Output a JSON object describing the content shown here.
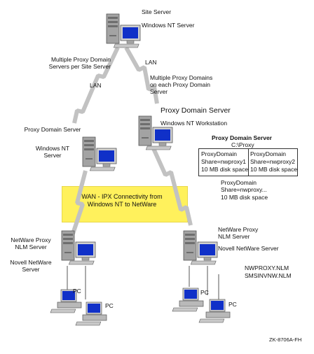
{
  "nodes": {
    "site_server": {
      "title": "Site Server",
      "os": "Windows NT Server"
    },
    "proxy_domain_server_mid": {
      "title": "Proxy Domain Server",
      "os": "Windows NT Workstation"
    },
    "proxy_domain_server_left": {
      "title": "Proxy Domain Server",
      "os_line1": "Windows NT",
      "os_line2": "Server"
    },
    "netware_proxy_left": {
      "title_line1": "NetWare Proxy",
      "title_line2": "NLM Server",
      "os_line1": "Novell NetWare",
      "os_line2": "Server"
    },
    "netware_proxy_right": {
      "title_line1": "NetWare Proxy",
      "title_line2": "NLM Server",
      "os": "Novell NetWare Server",
      "nlm1": "NWPROXY.NLM",
      "nlm2": "SMSINVNW.NLM"
    }
  },
  "links": {
    "lan_left": "LAN",
    "lan_right": "LAN",
    "multi_left_line1": "Multiple Proxy Domain",
    "multi_left_line2": "Servers per Site Server",
    "multi_right_line1": "Multiple Proxy Domains",
    "multi_right_line2": "on each Proxy Domain",
    "multi_right_line3": "Server"
  },
  "wan": {
    "text": "WAN - IPX Connectivity from Windows NT to NetWare"
  },
  "proxy_domain_detail": {
    "title": "Proxy Domain Server",
    "subtitle": "C:\\Proxy",
    "cells": [
      {
        "name": "ProxyDomain",
        "share": "Share=nwproxy1",
        "space": "10 MB disk space"
      },
      {
        "name": "ProxyDomain",
        "share": "Share=nwproxy2",
        "space": "10 MB disk space"
      },
      {
        "name": "ProxyDomain",
        "share": "Share=nwproxy...",
        "space": "10 MB disk space"
      }
    ]
  },
  "pcs": {
    "label": "PC"
  },
  "figure_id": "ZK-8706A-FH",
  "colors": {
    "wan_fill": "#fff15c",
    "monitor": "#1030c8",
    "case": "#9a9a9a",
    "lightning": "#bfbfbf"
  }
}
